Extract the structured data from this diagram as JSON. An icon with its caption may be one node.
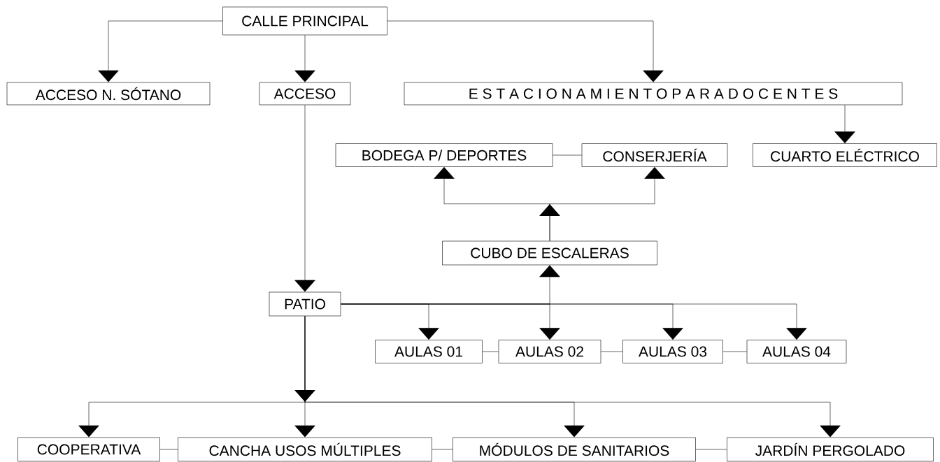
{
  "diagram": {
    "nodes": [
      {
        "text": [
          "CALLE PRINCIPAL"
        ]
      },
      {
        "text": [
          "ACCESO N. SÓTANO"
        ]
      },
      {
        "text": [
          "ACCESO"
        ]
      },
      {
        "text": [
          "E S T A C I O N A M I E N T O   P A R A   D O C E N T E S"
        ]
      },
      {
        "text": [
          "BODEGA P/ DEPORTES"
        ]
      },
      {
        "text": [
          "CONSERJERÍA"
        ]
      },
      {
        "text": [
          "CUARTO ELÉCTRICO"
        ]
      },
      {
        "text": [
          "CUBO DE ESCALERAS"
        ]
      },
      {
        "text": [
          "PATIO"
        ]
      },
      {
        "text": [
          "AULAS 01"
        ]
      },
      {
        "text": [
          "AULAS 02"
        ]
      },
      {
        "text": [
          "AULAS 03"
        ]
      },
      {
        "text": [
          "AULAS 04"
        ]
      },
      {
        "text": [
          "COOPERATIVA"
        ]
      },
      {
        "text": [
          "CANCHA USOS MÚLTIPLES"
        ]
      },
      {
        "text": [
          "MÓDULOS DE SANITARIOS"
        ]
      },
      {
        "text": [
          "JARDÍN PERGOLADO"
        ]
      }
    ],
    "edges": [
      {
        "from": 0,
        "to": 1,
        "arrow": "to"
      },
      {
        "from": 0,
        "to": 2,
        "arrow": "to"
      },
      {
        "from": 0,
        "to": 3,
        "arrow": "to"
      },
      {
        "from": 2,
        "to": 8,
        "arrow": "to"
      },
      {
        "from": 3,
        "to": 6,
        "arrow": "to"
      },
      {
        "from": 7,
        "to": 4,
        "arrow": "to"
      },
      {
        "from": 7,
        "to": 5,
        "arrow": "to"
      },
      {
        "from": 4,
        "to": 5,
        "arrow": "none"
      },
      {
        "from": 8,
        "to": 7,
        "arrow": "to"
      },
      {
        "from": 8,
        "to": 9,
        "arrow": "to"
      },
      {
        "from": 8,
        "to": 10,
        "arrow": "to"
      },
      {
        "from": 8,
        "to": 11,
        "arrow": "to"
      },
      {
        "from": 8,
        "to": 12,
        "arrow": "to"
      },
      {
        "from": 9,
        "to": 10,
        "arrow": "none"
      },
      {
        "from": 10,
        "to": 11,
        "arrow": "none"
      },
      {
        "from": 11,
        "to": 12,
        "arrow": "none"
      },
      {
        "from": 8,
        "to": 13,
        "arrow": "to"
      },
      {
        "from": 8,
        "to": 14,
        "arrow": "to"
      },
      {
        "from": 8,
        "to": 15,
        "arrow": "to"
      },
      {
        "from": 8,
        "to": 16,
        "arrow": "to"
      },
      {
        "from": 13,
        "to": 14,
        "arrow": "none"
      },
      {
        "from": 14,
        "to": 15,
        "arrow": "none"
      },
      {
        "from": 15,
        "to": 16,
        "arrow": "none"
      }
    ]
  }
}
